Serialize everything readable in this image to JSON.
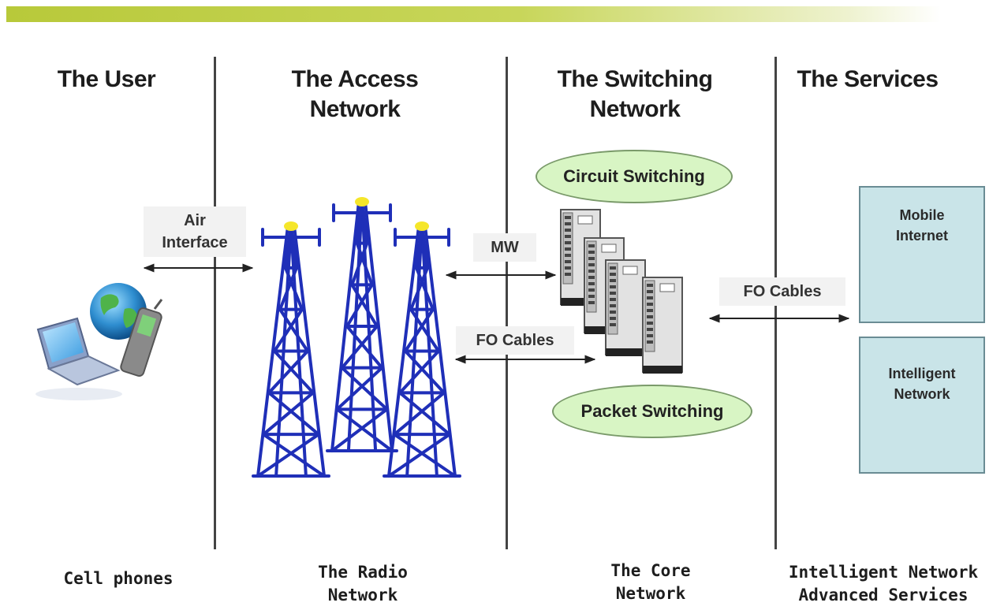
{
  "headings": {
    "user": "The User",
    "access_line1": "The Access",
    "access_line2": "Network",
    "switching_line1": "The Switching",
    "switching_line2": "Network",
    "services": "The Services"
  },
  "links": {
    "air_line1": "Air",
    "air_line2": "Interface",
    "mw": "MW",
    "fo_cables_access": "FO Cables",
    "fo_cables_services": "FO Cables"
  },
  "switching": {
    "circuit": "Circuit Switching",
    "packet": "Packet Switching"
  },
  "services": {
    "mobile_line1": "Mobile",
    "mobile_line2": "Internet",
    "intelligent_line1": "Intelligent",
    "intelligent_line2": "Network"
  },
  "footers": {
    "user": "Cell phones",
    "radio_line1": "The Radio",
    "radio_line2": "Network",
    "core_line1": "The Core",
    "core_line2": "Network",
    "services_line1": "Intelligent Network",
    "services_line2": "Advanced Services"
  },
  "colors": {
    "tower": "#1f2fb8",
    "tower_light": "#f5e62a",
    "ellipse_fill": "#d8f5c4",
    "service_box": "#c9e4e8",
    "accent_bar": "#b8c93a"
  },
  "icons": [
    "laptop-icon",
    "globe-icon",
    "cell-phone-icon",
    "radio-tower-icon",
    "switch-server-icon",
    "server-rack-icon"
  ]
}
